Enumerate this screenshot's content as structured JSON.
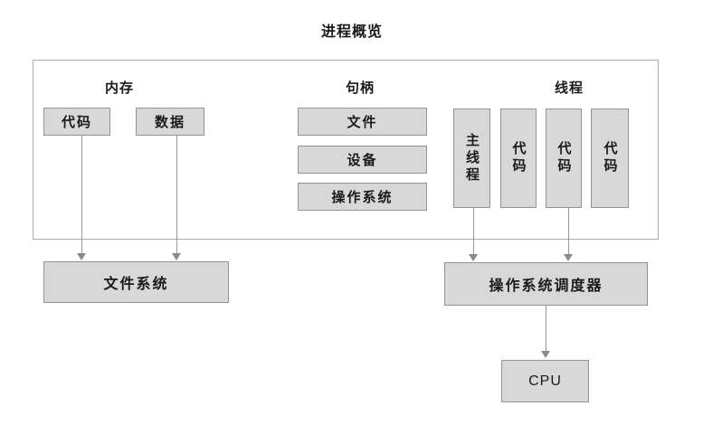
{
  "title": "进程概览",
  "sections": {
    "memory": {
      "label": "内存",
      "code": "代码",
      "data": "数据"
    },
    "handles": {
      "label": "句柄",
      "items": [
        "文件",
        "设备",
        "操作系统"
      ]
    },
    "threads": {
      "label": "线程",
      "items": [
        "主线程",
        "代码",
        "代码",
        "代码"
      ]
    }
  },
  "nodes": {
    "file_system": "文件系统",
    "scheduler": "操作系统调度器",
    "cpu": "CPU"
  },
  "colors": {
    "box_fill": "#d8d8d8",
    "box_border": "#949494",
    "container_border": "#ababab",
    "arrow_line": "#999999",
    "arrow_head": "#8a8a8a",
    "text": "#1a1a1a",
    "background": "#ffffff"
  }
}
